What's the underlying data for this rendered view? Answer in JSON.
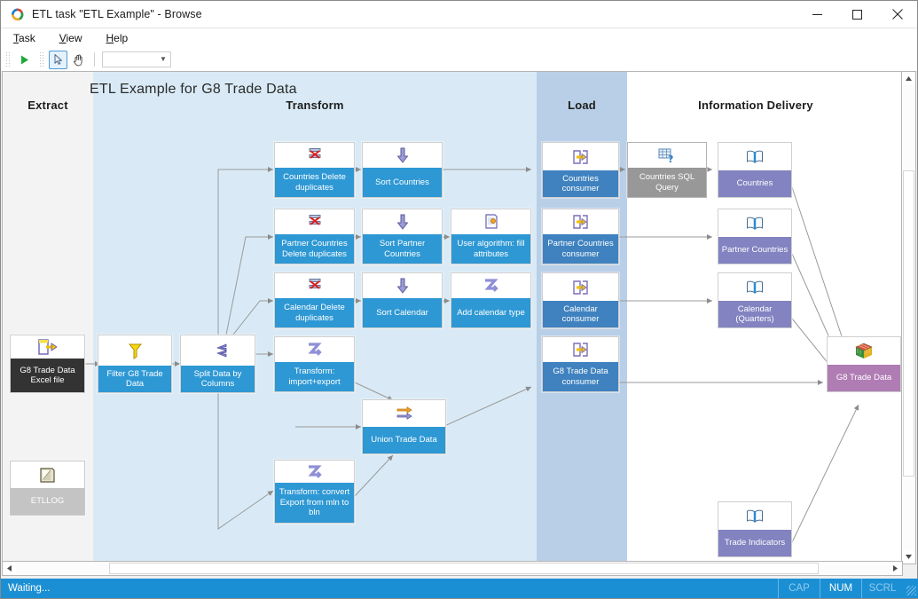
{
  "window": {
    "title": "ETL task \"ETL Example\" - Browse",
    "app_icon": "etl-app-icon",
    "minimize": "minimize-icon",
    "maximize": "maximize-icon",
    "close": "close-icon"
  },
  "menu": {
    "items": [
      "Task",
      "View",
      "Help"
    ]
  },
  "toolbar": {
    "run_icon": "run-play-icon",
    "select_tool_icon": "pointer-select-icon",
    "pan_tool_icon": "hand-pan-icon",
    "combo_value": "",
    "combo_caret": "▼"
  },
  "diagram": {
    "title": "ETL Example for G8 Trade Data",
    "bands": [
      {
        "name": "Extract",
        "label": "Extract",
        "color": "#f3f3f3"
      },
      {
        "name": "Transform",
        "label": "Transform",
        "color": "#d9eaf6"
      },
      {
        "name": "Load",
        "label": "Load",
        "color": "#b9cfe7"
      },
      {
        "name": "Information Delivery",
        "label": "Information Delivery",
        "color": "#ffffff"
      }
    ],
    "nodes": [
      {
        "id": "src_excel",
        "label": "G8 Trade Data Excel file",
        "icon": "excel-export-icon",
        "kind": "source"
      },
      {
        "id": "etllog",
        "label": "ETLLOG",
        "icon": "log-table-icon",
        "kind": "log"
      },
      {
        "id": "filter",
        "label": "Filter G8 Trade Data",
        "icon": "funnel-filter-icon",
        "kind": "transform"
      },
      {
        "id": "split",
        "label": "Split Data by Columns",
        "icon": "split-arrows-icon",
        "kind": "transform"
      },
      {
        "id": "cdup",
        "label": "Countries Delete duplicates",
        "icon": "delete-duplicates-icon",
        "kind": "transform"
      },
      {
        "id": "pcdup",
        "label": "Partner Countries Delete duplicates",
        "icon": "delete-duplicates-icon",
        "kind": "transform"
      },
      {
        "id": "caldup",
        "label": "Calendar Delete duplicates",
        "icon": "delete-duplicates-icon",
        "kind": "transform"
      },
      {
        "id": "sortc",
        "label": "Sort Countries",
        "icon": "sort-down-icon",
        "kind": "transform"
      },
      {
        "id": "sortpc",
        "label": "Sort Partner Countries",
        "icon": "sort-down-icon",
        "kind": "transform"
      },
      {
        "id": "sortcal",
        "label": "Sort Calendar",
        "icon": "sort-down-icon",
        "kind": "transform"
      },
      {
        "id": "useralg",
        "label": "User algorithm: fill attributes",
        "icon": "user-algorithm-icon",
        "kind": "transform"
      },
      {
        "id": "addcal",
        "label": "Add calendar type",
        "icon": "transform-z-icon",
        "kind": "transform"
      },
      {
        "id": "trimpexp",
        "label": "Transform: import+export",
        "icon": "transform-z-icon",
        "kind": "transform"
      },
      {
        "id": "trconv",
        "label": "Transform: convert Export from mln to bln",
        "icon": "transform-z-icon",
        "kind": "transform"
      },
      {
        "id": "union",
        "label": "Union Trade Data",
        "icon": "union-arrows-icon",
        "kind": "transform"
      },
      {
        "id": "cons_c",
        "label": "Countries consumer",
        "icon": "consumer-import-icon",
        "kind": "load"
      },
      {
        "id": "cons_pc",
        "label": "Partner Countries consumer",
        "icon": "consumer-import-icon",
        "kind": "load"
      },
      {
        "id": "cons_cal",
        "label": "Calendar consumer",
        "icon": "consumer-import-icon",
        "kind": "load"
      },
      {
        "id": "cons_g8",
        "label": "G8 Trade Data consumer",
        "icon": "consumer-import-icon",
        "kind": "load"
      },
      {
        "id": "sqlq",
        "label": "Countries SQL Query",
        "icon": "sql-query-icon",
        "kind": "sql"
      },
      {
        "id": "dim_c",
        "label": "Countries",
        "icon": "dictionary-book-icon",
        "kind": "info"
      },
      {
        "id": "dim_pc",
        "label": "Partner Countries",
        "icon": "dictionary-book-icon",
        "kind": "info"
      },
      {
        "id": "dim_cal",
        "label": "Calendar (Quarters)",
        "icon": "dictionary-book-icon",
        "kind": "info"
      },
      {
        "id": "dim_ti",
        "label": "Trade Indicators",
        "icon": "dictionary-book-icon",
        "kind": "info"
      },
      {
        "id": "cube_g8",
        "label": "G8 Trade Data",
        "icon": "cube-icon",
        "kind": "cube"
      }
    ]
  },
  "status": {
    "message": "Waiting...",
    "indicators": [
      {
        "label": "CAP",
        "active": false
      },
      {
        "label": "NUM",
        "active": true
      },
      {
        "label": "SCRL",
        "active": false
      }
    ]
  },
  "scrollbars": {
    "v_up": "scroll-up-arrow",
    "v_down": "scroll-down-arrow",
    "h_left": "scroll-left-arrow",
    "h_right": "scroll-right-arrow"
  }
}
